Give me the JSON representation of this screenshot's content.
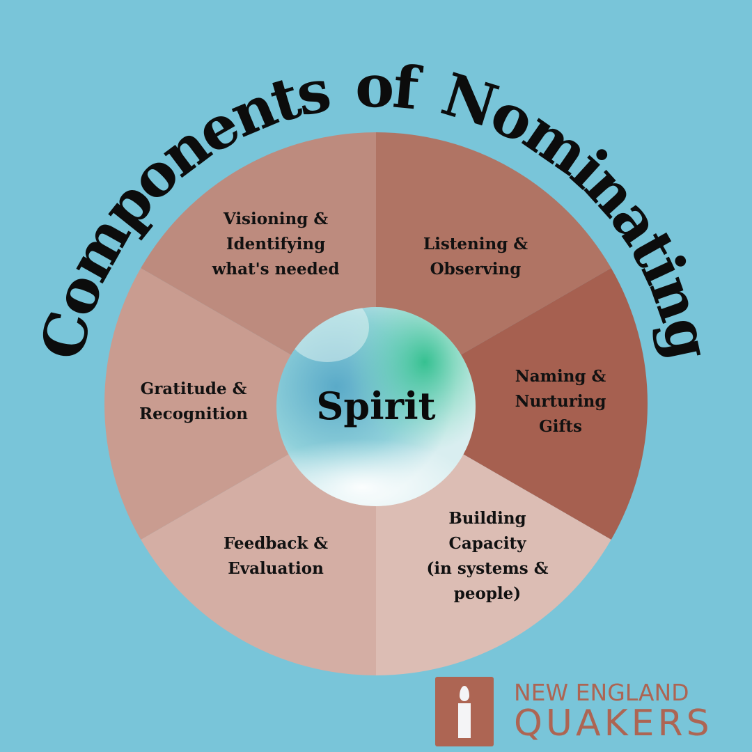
{
  "title": "Components of Nominating",
  "center": {
    "label": "Spirit"
  },
  "segments": [
    {
      "lines": [
        "Listening &",
        "Observing"
      ],
      "color": "#b07464"
    },
    {
      "lines": [
        "Naming &",
        "Nurturing",
        "Gifts"
      ],
      "color": "#a66050"
    },
    {
      "lines": [
        "Building",
        "Capacity",
        "(in systems &",
        "people)"
      ],
      "color": "#dcbdb4"
    },
    {
      "lines": [
        "Feedback &",
        "Evaluation"
      ],
      "color": "#d4aea4"
    },
    {
      "lines": [
        "Gratitude &",
        "Recognition"
      ],
      "color": "#c99c90"
    },
    {
      "lines": [
        "Visioning &",
        "Identifying",
        "what's needed"
      ],
      "color": "#bd8b7e"
    }
  ],
  "logo": {
    "line1": "NEW ENGLAND",
    "line2": "QUAKERS",
    "color": "#ad6553"
  },
  "background": "#79c5d9"
}
